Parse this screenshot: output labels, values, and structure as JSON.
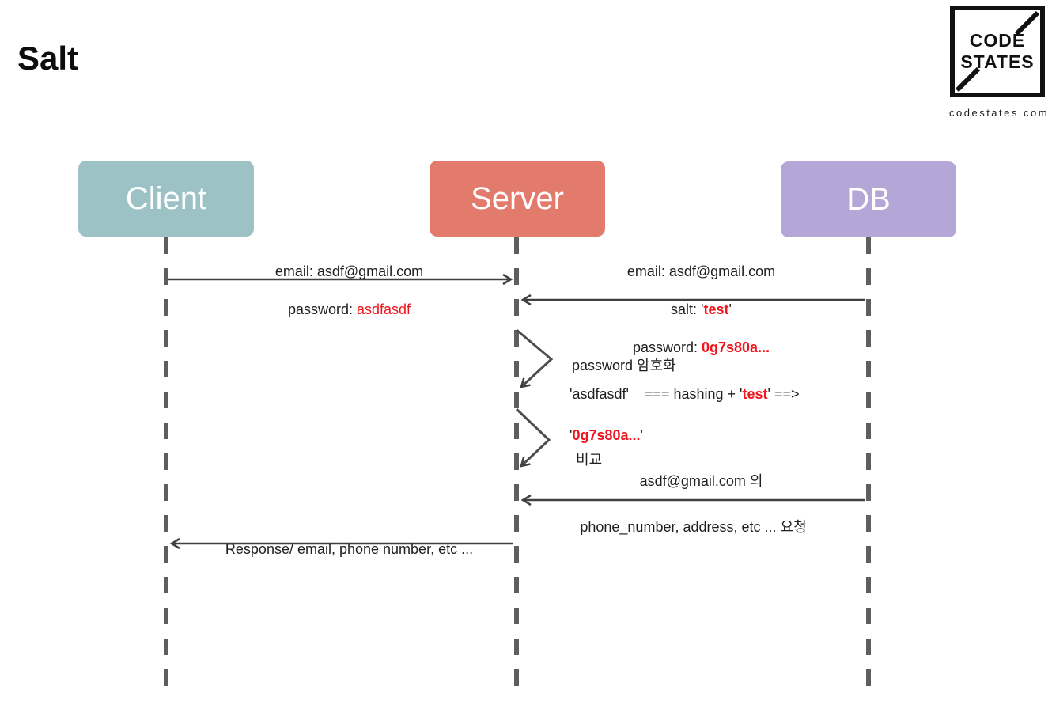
{
  "page": {
    "title": "Salt"
  },
  "logo": {
    "line1": "CODE",
    "line2": "STATES",
    "website": "codestates.com"
  },
  "colors": {
    "client_box": "#9cc2c5",
    "server_box": "#e27b6b",
    "db_box": "#b5a6d8",
    "red_highlight": "#f0141e",
    "arrow_line": "#404040",
    "lifeline_dash": "#5e5e5e"
  },
  "actors": [
    {
      "id": "client",
      "label": "Client",
      "color": "#9cc2c5"
    },
    {
      "id": "server",
      "label": "Server",
      "color": "#e27b6b"
    },
    {
      "id": "db",
      "label": "DB",
      "color": "#b5a6d8"
    }
  ],
  "messages": {
    "login_request": {
      "line1": "email: asdf@gmail.com",
      "line2_prefix": "password: ",
      "line2_value": "asdfasdf"
    },
    "db_record": {
      "line1": "email: asdf@gmail.com",
      "line2_prefix": "salt: '",
      "line2_value": "test",
      "line2_suffix": "'",
      "line3_prefix": "password: ",
      "line3_value": "0g7s80a..."
    },
    "hash_note": {
      "title": "password 암호화",
      "expr_prefix": "'asdfasdf'    === hashing + '",
      "expr_value": "test",
      "expr_suffix": "' ==>",
      "result_prefix": "'",
      "result_value": "0g7s80a...",
      "result_suffix": "'"
    },
    "compare_note": {
      "title": "비교"
    },
    "data_request": {
      "line1": "asdf@gmail.com 의",
      "line2": "phone_number, address, etc ... 요청"
    },
    "response": {
      "line1": "Response/ email, phone number, etc ..."
    }
  }
}
